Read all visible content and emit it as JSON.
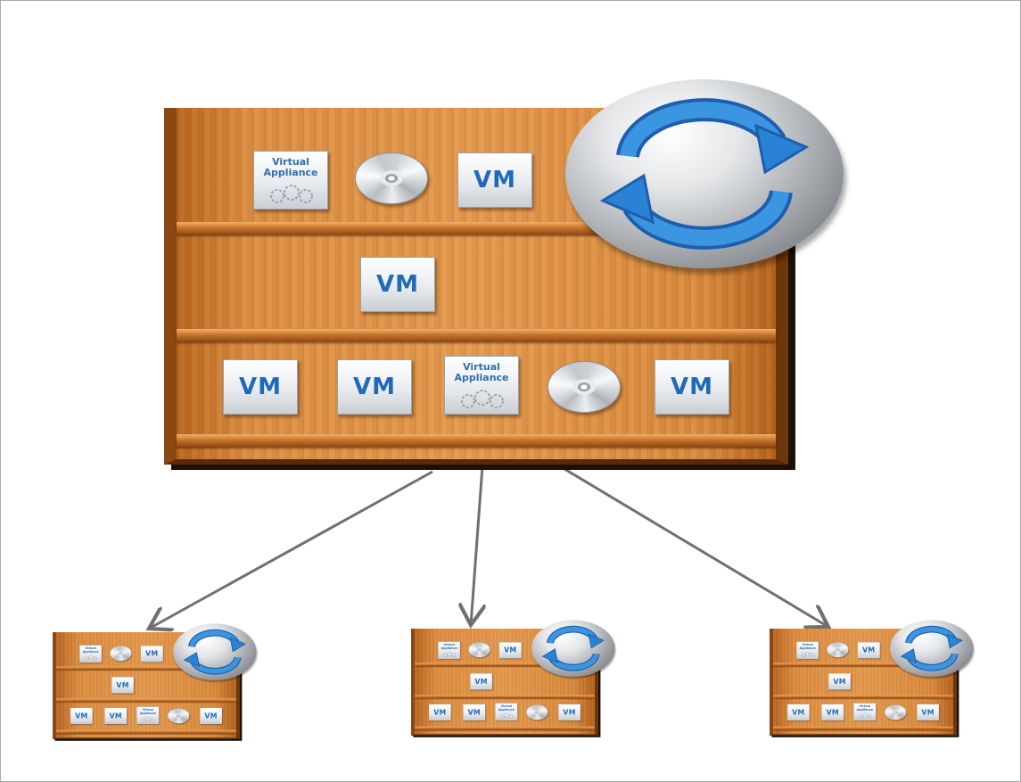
{
  "diagram": {
    "item_labels": {
      "vm": "VM",
      "virtual_appliance_line1": "Virtual",
      "virtual_appliance_line2": "Appliance"
    },
    "central_library": {
      "shelves": [
        [
          "virtual-appliance",
          "disc",
          "vm"
        ],
        [
          "vm"
        ],
        [
          "vm",
          "vm",
          "virtual-appliance",
          "disc",
          "vm"
        ]
      ],
      "sync_icon": "sync-arrows-icon"
    },
    "subscriber_libraries": [
      {
        "shelves": [
          [
            "virtual-appliance",
            "disc",
            "vm"
          ],
          [
            "vm"
          ],
          [
            "vm",
            "vm",
            "virtual-appliance",
            "disc",
            "vm"
          ]
        ]
      },
      {
        "shelves": [
          [
            "virtual-appliance",
            "disc",
            "vm"
          ],
          [
            "vm"
          ],
          [
            "vm",
            "vm",
            "virtual-appliance",
            "disc",
            "vm"
          ]
        ]
      },
      {
        "shelves": [
          [
            "virtual-appliance",
            "disc",
            "vm"
          ],
          [
            "vm"
          ],
          [
            "vm",
            "vm",
            "virtual-appliance",
            "disc",
            "vm"
          ]
        ]
      }
    ],
    "connector_count": 3,
    "colors": {
      "wood": "#dc8e42",
      "shelf_plank": "#c9762c",
      "label_blue": "#1f6bb8",
      "sync_arrow_blue": "#2a82d4",
      "connector_gray": "#707070",
      "frame_border": "#a9a9a9"
    }
  }
}
